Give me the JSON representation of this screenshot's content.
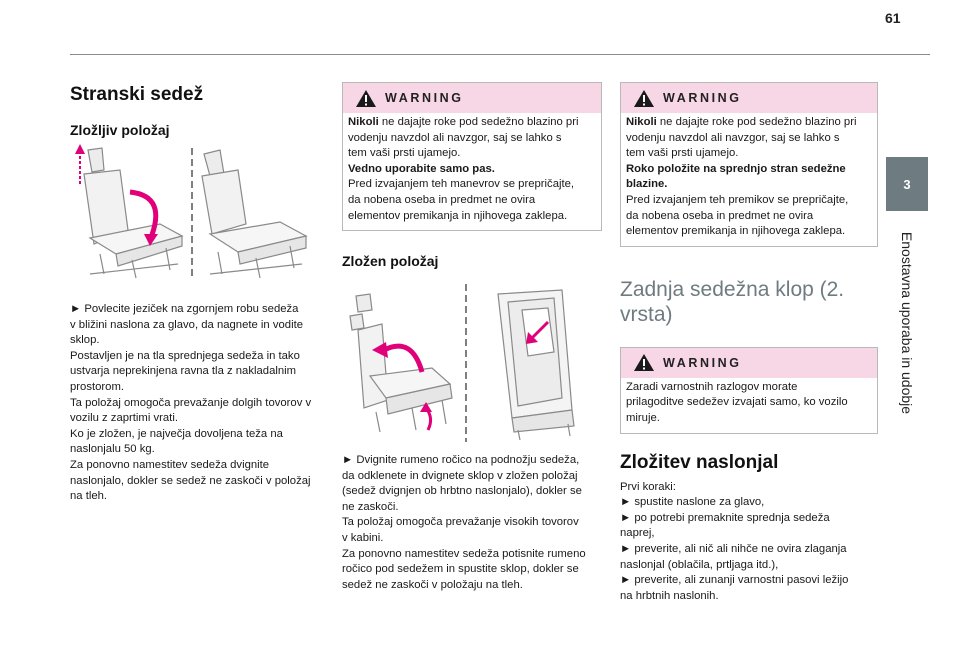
{
  "page_number": "61",
  "side_tab": {
    "number": "3",
    "label": "Enostavna uporaba in udobje"
  },
  "col1": {
    "title": "Stranski sedež",
    "subtitle": "Zložljiv položaj",
    "lines": [
      "► Povlecite jeziček na zgornjem robu sedeža",
      "v bližini naslona za glavo, da nagnete in vodite",
      "sklop.",
      "Postavljen je na tla sprednjega sedeža in tako",
      "ustvarja neprekinjena ravna tla z nakladalnim",
      "prostorom.",
      "Ta položaj omogoča prevažanje dolgih tovorov v",
      "vozilu z zaprtimi vrati.",
      "Ko je zložen, je največja dovoljena teža na",
      "naslonjalu 50 kg.",
      "Za ponovno namestitev sedeža dvignite",
      "naslonjalo, dokler se sedež ne zaskoči v položaj",
      "na tleh."
    ]
  },
  "col2": {
    "warning": {
      "title": "WARNING",
      "lines": [
        {
          "b": "Nikoli",
          "t": " ne dajajte roke pod sedežno blazino pri"
        },
        {
          "b": "",
          "t": "vodenju navzdol ali navzgor, saj se lahko s"
        },
        {
          "b": "",
          "t": "tem vaši prsti ujamejo."
        },
        {
          "b": "Vedno uporabite samo pas.",
          "t": ""
        },
        {
          "b": "",
          "t": "Pred izvajanjem teh manevrov se prepričajte,"
        },
        {
          "b": "",
          "t": "da nobena oseba in predmet ne ovira"
        },
        {
          "b": "",
          "t": "elementov premikanja in njihovega zaklepa."
        }
      ]
    },
    "subtitle": "Zložen položaj",
    "lines": [
      "► Dvignite rumeno ročico na podnožju sedeža,",
      "da odklenete in dvignete sklop v zložen položaj",
      "(sedež dvignjen ob hrbtno naslonjalo), dokler se",
      "ne zaskoči.",
      "Ta položaj omogoča prevažanje visokih tovorov",
      "v kabini.",
      "Za ponovno namestitev sedeža potisnite rumeno",
      "ročico pod sedežem in spustite sklop, dokler se",
      "sedež ne zaskoči v položaju na tleh."
    ]
  },
  "col3": {
    "warning1": {
      "title": "WARNING",
      "lines": [
        {
          "b": "Nikoli",
          "t": " ne dajajte roke pod sedežno blazino pri"
        },
        {
          "b": "",
          "t": "vodenju navzdol ali navzgor, saj se lahko s"
        },
        {
          "b": "",
          "t": "tem vaši prsti ujamejo."
        },
        {
          "b": "Roko položite na sprednjo stran sedežne",
          "t": ""
        },
        {
          "b": "blazine.",
          "t": ""
        },
        {
          "b": "",
          "t": "Pred izvajanjem teh premikov se prepričajte,"
        },
        {
          "b": "",
          "t": "da nobena oseba in predmet ne ovira"
        },
        {
          "b": "",
          "t": "elementov premikanja in njihovega zaklepa."
        }
      ]
    },
    "section_title_line1": "Zadnja sedežna klop (2.",
    "section_title_line2": "vrsta)",
    "warning2": {
      "title": "WARNING",
      "lines": [
        "Zaradi varnostnih razlogov morate",
        "prilagoditve sedežev izvajati samo, ko vozilo",
        "miruje."
      ]
    },
    "subtitle": "Zložitev naslonjal",
    "lines": [
      "Prvi koraki:",
      "► spustite naslone za glavo,",
      "► po potrebi premaknite sprednja sedeža",
      "naprej,",
      "► preverite, ali nič ali nihče ne ovira zlaganja",
      "naslonjal (oblačila, prtljaga itd.),",
      "► preverite, ali zunanji varnostni pasovi ležijo",
      "na hrbtnih naslonih."
    ]
  },
  "colors": {
    "accent_pink": "#e0007a",
    "warn_band": "#f7d7e6",
    "tab_grey": "#6e7b80"
  }
}
